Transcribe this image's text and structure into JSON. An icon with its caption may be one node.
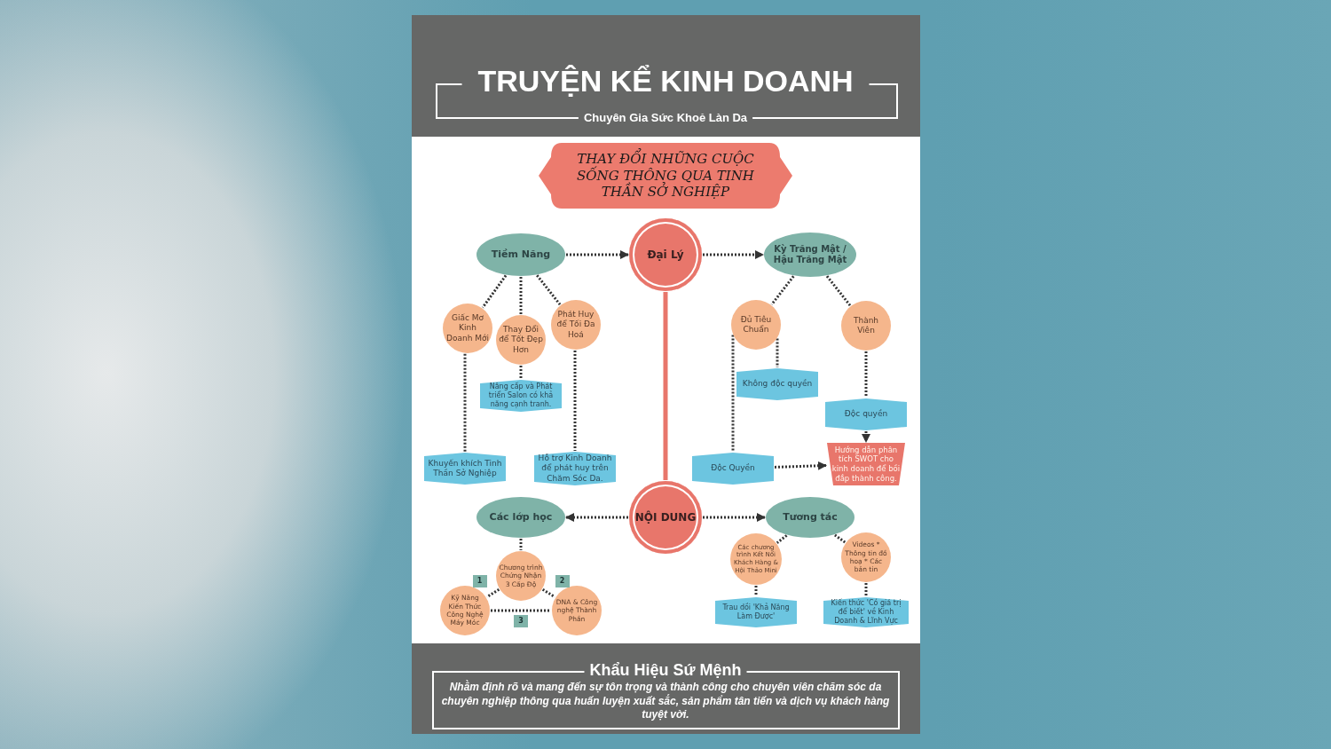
{
  "diagram": {
    "title": "TRUYỆN KỂ KINH DOANH",
    "nodes": [
      {
        "text": [
          "THAY ĐỔI NHỮNG CUỘC SỐNG THÔNG QUA TINH THẦN SỞ NGHIỆP"
        ]
      },
      {
        "text": [
          "Tiềm Năng"
        ]
      },
      {
        "text": [
          "Đại Lý"
        ]
      },
      {
        "text": [
          "Kỳ Trăng Mật / Hậu Trăng Mật"
        ]
      },
      {
        "text": [
          "Giấc Mơ Kinh Doanh Mới"
        ]
      },
      {
        "text": [
          "Thay Đổi để Tốt Đẹp Hơn"
        ]
      },
      {
        "text": [
          "Phát Huy để Tối Đa Hoá"
        ]
      },
      {
        "text": [
          "Nâng cấp và Phát triển Salon có khả năng cạnh tranh."
        ]
      },
      {
        "text": [
          "Khuyến khích Tinh Thần Sở Nghiệp"
        ]
      },
      {
        "text": [
          "Hỗ trợ Kinh Doanh để phát huy trên Chăm Sóc Da."
        ]
      },
      {
        "text": [
          "Đủ Tiêu Chuẩn"
        ]
      },
      {
        "text": [
          "Thành Viên"
        ]
      },
      {
        "text": [
          "Không độc quyền"
        ]
      },
      {
        "text": [
          "Độc quyền"
        ]
      },
      {
        "text": [
          "Độc Quyền"
        ]
      },
      {
        "text": [
          "Hướng dẫn phân tích SWOT cho kinh doanh để bồi đắp thành công."
        ]
      },
      {
        "text": [
          "NỘI DUNG"
        ]
      },
      {
        "text": [
          "Các lớp học"
        ]
      },
      {
        "text": [
          "Tương tác"
        ]
      },
      {
        "text": [
          "Chương trình Chứng Nhận 3 Cấp Độ"
        ]
      },
      {
        "text": [
          "Kỹ Năng Kiến Thức Công Nghệ Máy Móc"
        ]
      },
      {
        "text": [
          "DNA & Công nghệ Thành Phần"
        ]
      },
      {
        "text": [
          "Các chương trình Kết Nối Khách Hàng & Hội Thảo Mini"
        ]
      },
      {
        "text": [
          "Videos * Thông tin đồ hoạ * Các bản tin"
        ]
      },
      {
        "text": [
          "Trau dồi 'Khả Năng Làm Được'"
        ]
      },
      {
        "text": [
          "Kiến thức 'Có giá trị để biết' về Kinh Doanh & Lĩnh Vực"
        ]
      }
    ],
    "edges": [
      {
        "from": 1,
        "to": 2,
        "arrow": "to",
        "style": "dashed"
      },
      {
        "from": 2,
        "to": 3,
        "arrow": "to",
        "style": "dashed"
      },
      {
        "from": 2,
        "to": 16,
        "arrow": "none",
        "color": "#e8766b"
      },
      {
        "from": 1,
        "to": 4,
        "arrow": "none",
        "style": "dashed"
      },
      {
        "from": 1,
        "to": 5,
        "arrow": "none",
        "style": "dashed"
      },
      {
        "from": 1,
        "to": 6,
        "arrow": "none",
        "style": "dashed"
      },
      {
        "from": 4,
        "to": 8,
        "arrow": "none",
        "style": "dashed"
      },
      {
        "from": 5,
        "to": 7,
        "arrow": "none",
        "style": "dashed"
      },
      {
        "from": 6,
        "to": 9,
        "arrow": "none",
        "style": "dashed"
      },
      {
        "from": 3,
        "to": 10,
        "arrow": "none",
        "style": "dashed"
      },
      {
        "from": 3,
        "to": 11,
        "arrow": "none",
        "style": "dashed"
      },
      {
        "from": 10,
        "to": 14,
        "arrow": "none",
        "style": "dashed"
      },
      {
        "from": 10,
        "to": 12,
        "arrow": "none",
        "style": "dashed"
      },
      {
        "from": 11,
        "to": 13,
        "arrow": "none",
        "style": "dashed"
      },
      {
        "from": 13,
        "to": 15,
        "arrow": "to",
        "style": "dashed"
      },
      {
        "from": 14,
        "to": 15,
        "arrow": "to",
        "style": "dashed"
      },
      {
        "from": 16,
        "to": 17,
        "arrow": "to",
        "style": "dashed"
      },
      {
        "from": 16,
        "to": 18,
        "arrow": "to",
        "style": "dashed"
      },
      {
        "from": 17,
        "to": 19,
        "arrow": "none",
        "style": "dashed"
      },
      {
        "from": 19,
        "to": 20,
        "arrow": "none",
        "label": "1",
        "style": "dashed"
      },
      {
        "from": 19,
        "to": 21,
        "arrow": "none",
        "label": "2",
        "style": "dashed"
      },
      {
        "from": 20,
        "to": 21,
        "arrow": "none",
        "label": "3",
        "style": "dashed"
      },
      {
        "from": 18,
        "to": 22,
        "arrow": "none",
        "style": "dashed"
      },
      {
        "from": 18,
        "to": 23,
        "arrow": "none",
        "style": "dashed"
      },
      {
        "from": 22,
        "to": 24,
        "arrow": "none",
        "style": "dashed"
      },
      {
        "from": 23,
        "to": 25,
        "arrow": "none",
        "style": "dashed"
      }
    ],
    "labels": [
      "Chuyên Gia Sức Khoẻ Làn Da",
      "Khẩu Hiệu Sứ Mệnh",
      "Nhằm định rõ và mang đến sự tôn trọng và thành công cho chuyên viên chăm sóc da chuyên nghiệp thông qua huấn luyện xuất sắc, sản phẩm tân tiến và dịch vụ khách hàng tuyệt vời."
    ]
  }
}
